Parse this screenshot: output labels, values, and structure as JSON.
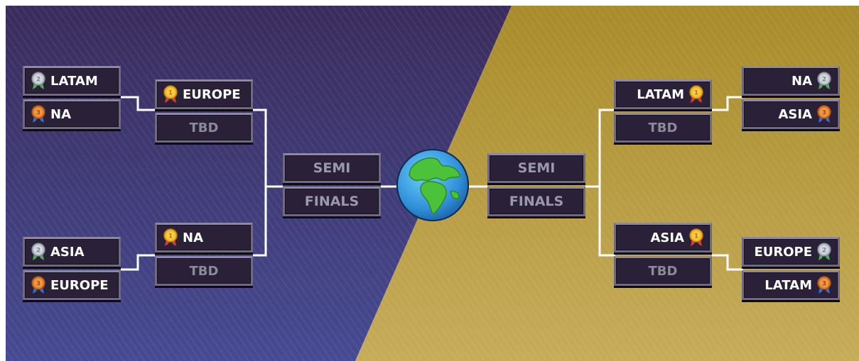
{
  "left_bracket": {
    "round1": [
      {
        "team": "LATAM",
        "medal": "silver-2-medal-icon"
      },
      {
        "team": "NA",
        "medal": "bronze-3-medal-icon"
      },
      {
        "team": "ASIA",
        "medal": "silver-2-medal-icon"
      },
      {
        "team": "EUROPE",
        "medal": "bronze-3-medal-icon"
      }
    ],
    "round2": [
      {
        "team": "EUROPE",
        "medal": "gold-1-medal-icon"
      },
      {
        "team": "TBD"
      },
      {
        "team": "NA",
        "medal": "gold-1-medal-icon"
      },
      {
        "team": "TBD"
      }
    ],
    "semi": {
      "line1": "SEMI",
      "line2": "FINALS"
    }
  },
  "right_bracket": {
    "round1": [
      {
        "team": "NA",
        "medal": "silver-2-medal-icon"
      },
      {
        "team": "ASIA",
        "medal": "bronze-3-medal-icon"
      },
      {
        "team": "EUROPE",
        "medal": "silver-2-medal-icon"
      },
      {
        "team": "LATAM",
        "medal": "bronze-3-medal-icon"
      }
    ],
    "round2": [
      {
        "team": "LATAM",
        "medal": "gold-1-medal-icon"
      },
      {
        "team": "TBD"
      },
      {
        "team": "ASIA",
        "medal": "gold-1-medal-icon"
      },
      {
        "team": "TBD"
      }
    ],
    "semi": {
      "line1": "SEMI",
      "line2": "FINALS"
    }
  },
  "center": {
    "icon": "globe-icon"
  },
  "colors": {
    "left_bg": "#3e3470",
    "right_bg": "#b59a3c",
    "box_bg": "#2a2138",
    "gold": "#e9a51c",
    "silver": "#a9b0b8",
    "bronze": "#d9792a",
    "connector": "#ffffff"
  }
}
